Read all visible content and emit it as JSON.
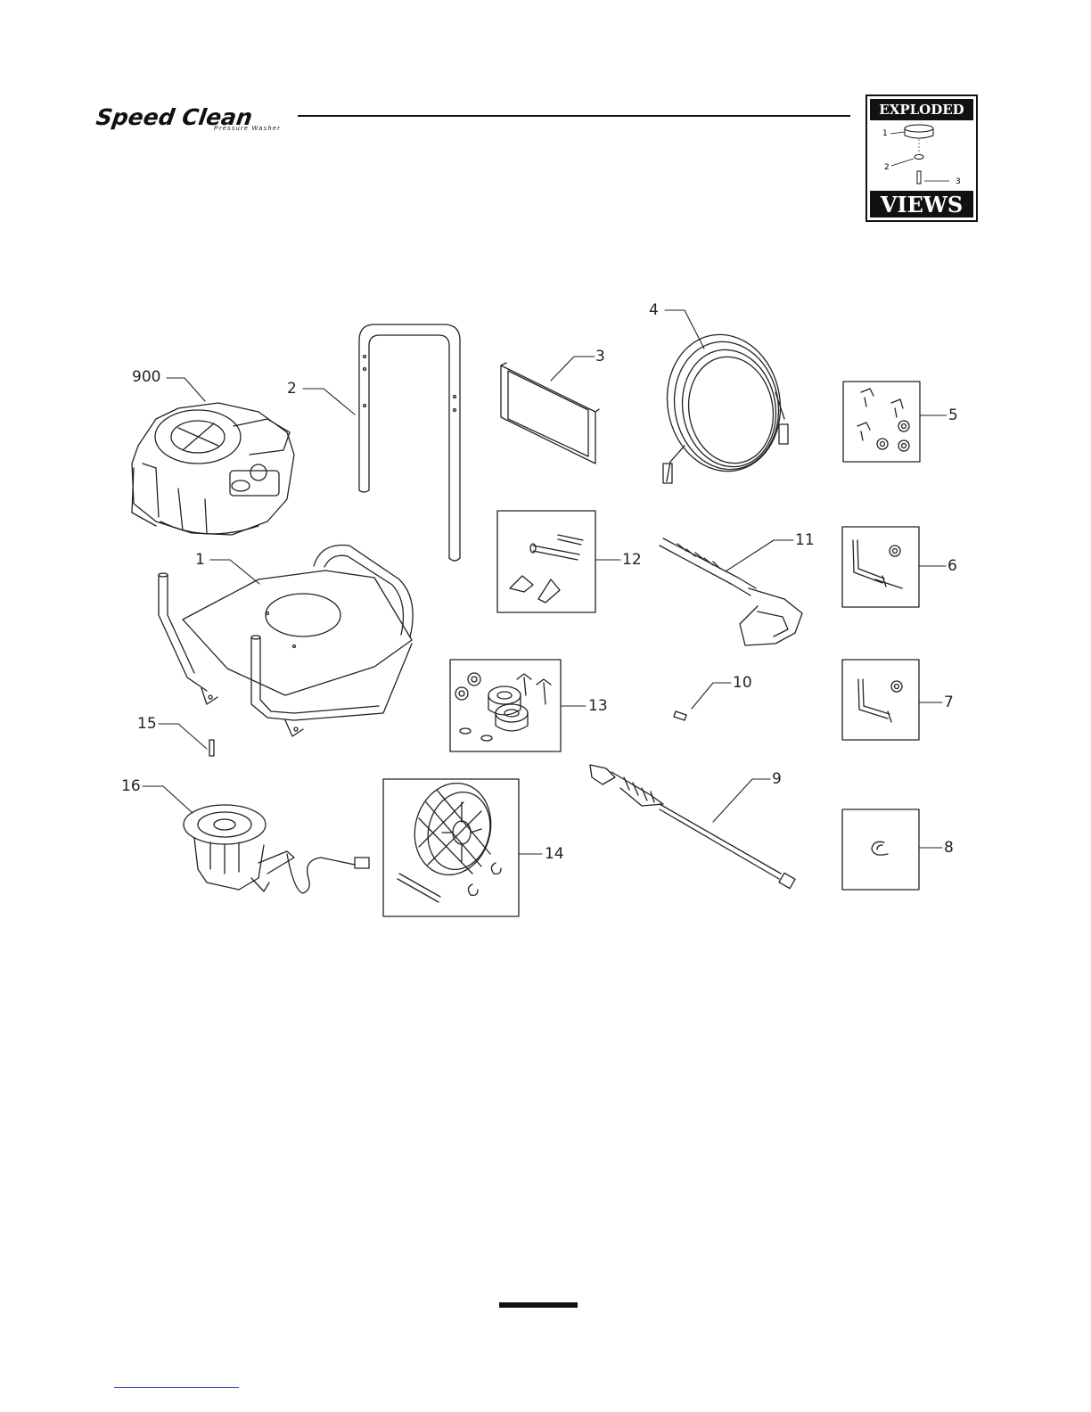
{
  "header": {
    "logo_text": "Speed Clean",
    "logo_subtext": "Pressure Washer"
  },
  "badge": {
    "top_text": "EXPLODED",
    "bottom_text": "VIEWS",
    "labels": [
      "1",
      "2",
      "3"
    ]
  },
  "callouts": {
    "engine": "900",
    "frame": "1",
    "handle": "2",
    "panel": "3",
    "hose": "4",
    "hardware_kit_5": "5",
    "hardware_kit_6": "6",
    "hardware_kit_7": "7",
    "clip_kit": "8",
    "lance": "9",
    "nozzle": "10",
    "spray_gun": "11",
    "handle_bolts": "12",
    "feet_kit": "13",
    "wheel_kit": "14",
    "pin": "15",
    "pump": "16"
  },
  "colors": {
    "ink": "#111111",
    "link": "#3b55c9"
  }
}
